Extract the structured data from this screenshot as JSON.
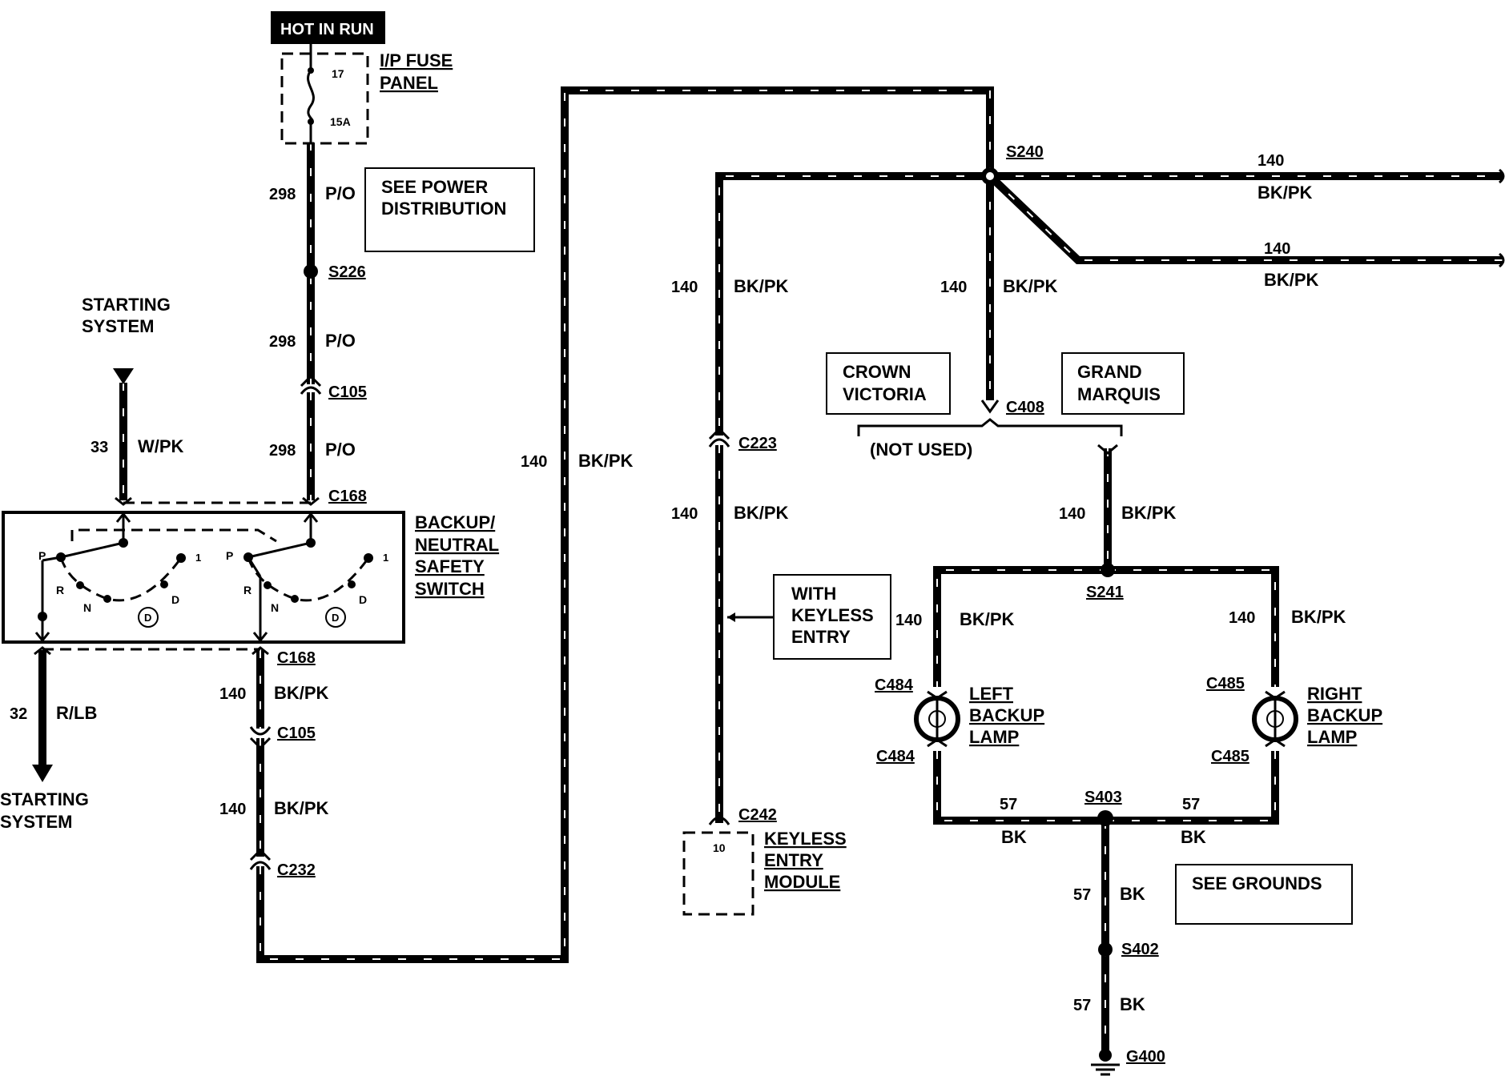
{
  "hot_in_run": "HOT IN RUN",
  "fuse_panel": {
    "line1": "I/P FUSE",
    "line2": "PANEL",
    "fuse_no": "17",
    "fuse_rating": "15A"
  },
  "see_power": {
    "line1": "SEE POWER",
    "line2": "DISTRIBUTION"
  },
  "see_grounds": "SEE GROUNDS",
  "starting_system_top": {
    "line1": "STARTING",
    "line2": "SYSTEM"
  },
  "starting_system_bottom": {
    "line1": "STARTING",
    "line2": "SYSTEM"
  },
  "switch": {
    "line1": "BACKUP/",
    "line2": "NEUTRAL",
    "line3": "SAFETY",
    "line4": "SWITCH",
    "p": "P",
    "r": "R",
    "n": "N",
    "d": "D",
    "one": "1"
  },
  "wires": {
    "c298": "298",
    "po": "P/O",
    "c33": "33",
    "wpk": "W/PK",
    "c32": "32",
    "rlb": "R/LB",
    "c140": "140",
    "bkpk": "BK/PK",
    "c57": "57",
    "bk": "BK"
  },
  "connectors": {
    "s226": "S226",
    "c105": "C105",
    "c168": "C168",
    "c232": "C232",
    "s240": "S240",
    "c408": "C408",
    "c223": "C223",
    "c242": "C242",
    "s241": "S241",
    "c484": "C484",
    "c485": "C485",
    "s403": "S403",
    "s402": "S402",
    "g400": "G400"
  },
  "crown_victoria": {
    "line1": "CROWN",
    "line2": "VICTORIA"
  },
  "grand_marquis": {
    "line1": "GRAND",
    "line2": "MARQUIS"
  },
  "not_used": "(NOT USED)",
  "with_keyless": {
    "line1": "WITH",
    "line2": "KEYLESS",
    "line3": "ENTRY"
  },
  "keyless_module": {
    "line1": "KEYLESS",
    "line2": "ENTRY",
    "line3": "MODULE",
    "pin": "10"
  },
  "left_lamp": {
    "line1": "LEFT",
    "line2": "BACKUP",
    "line3": "LAMP"
  },
  "right_lamp": {
    "line1": "RIGHT",
    "line2": "BACKUP",
    "line3": "LAMP"
  }
}
